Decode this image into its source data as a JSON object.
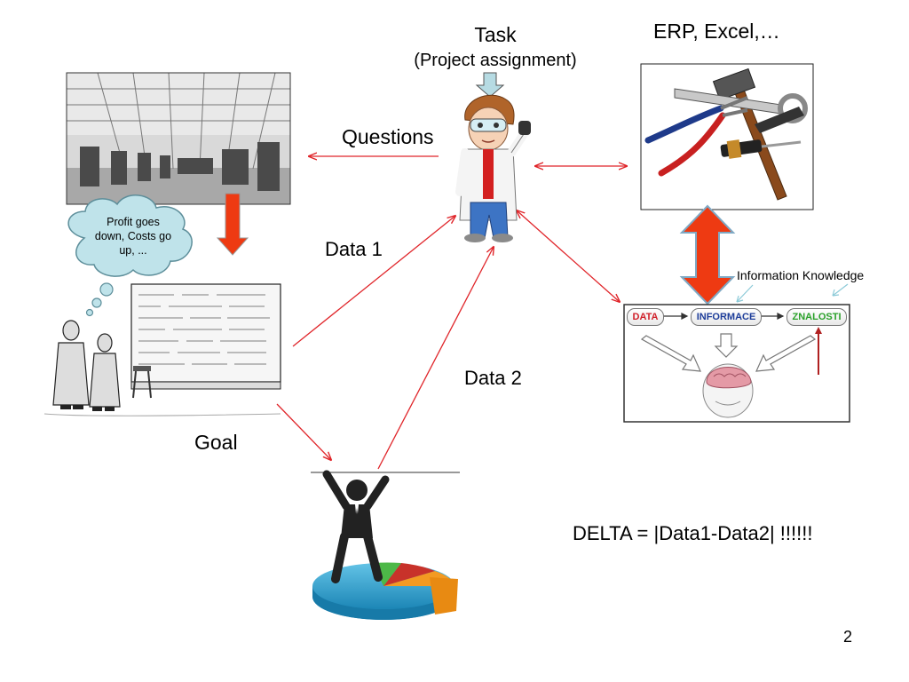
{
  "task": {
    "title": "Task",
    "subtitle": "(Project assignment)"
  },
  "tools": {
    "label": "ERP, Excel,…"
  },
  "labels": {
    "questions": "Questions",
    "data1": "Data 1",
    "data2": "Data 2",
    "goal": "Goal",
    "information_knowledge": "Information Knowledge",
    "delta": "DELTA = |Data1-Data2| !!!!!!"
  },
  "thought": {
    "text": "Profit goes down, Costs go up, ..."
  },
  "info_flow": {
    "step1": "DATA",
    "step2": "INFORMACE",
    "step3": "ZNALOSTI"
  },
  "page": {
    "number": "2"
  },
  "colors": {
    "arrow": "#e0252a",
    "big_arrow": "#ee3a12",
    "cloud": "#bfe3ea",
    "step_data": "#d1202a",
    "step_info": "#1d3d9a",
    "step_knowledge": "#2aa12a"
  }
}
